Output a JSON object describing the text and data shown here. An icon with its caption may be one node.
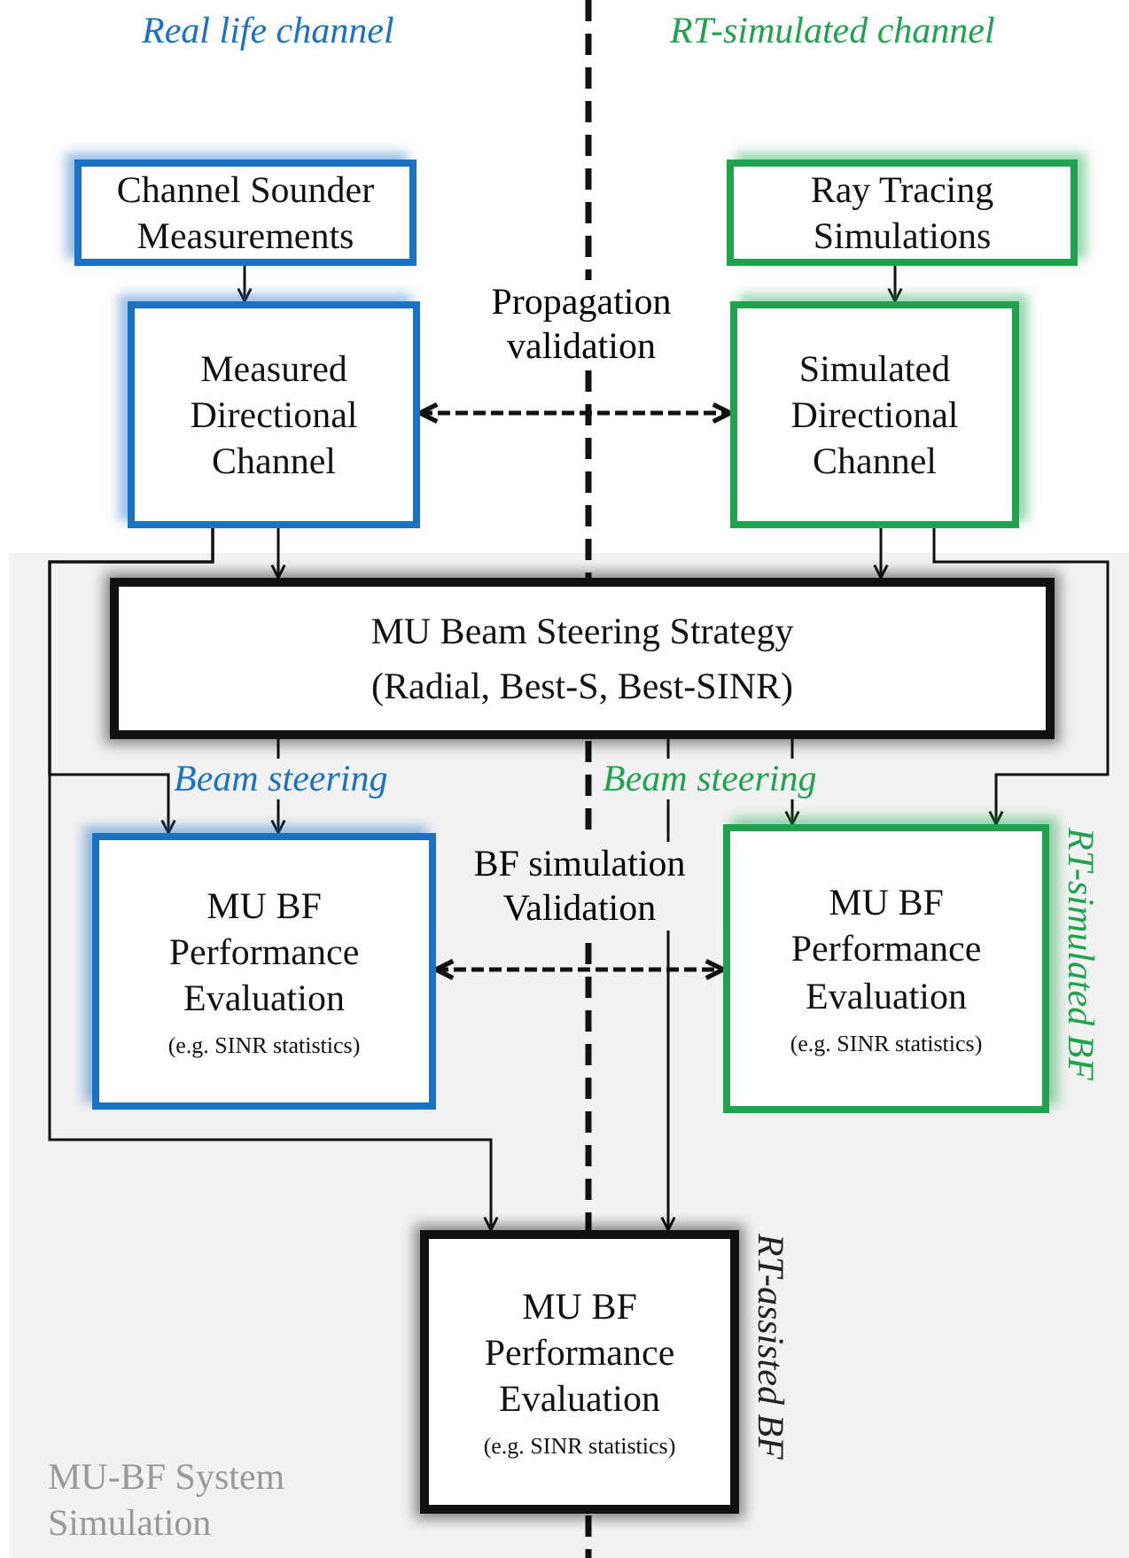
{
  "diagram": {
    "nodes": [
      {
        "text": [
          "Channel Sounder Measurements"
        ]
      },
      {
        "text": [
          "Ray Tracing Simulations"
        ]
      },
      {
        "text": [
          "Measured Directional Channel"
        ]
      },
      {
        "text": [
          "Simulated Directional Channel"
        ]
      },
      {
        "text": [
          "MU-BF System Simulation"
        ]
      },
      {
        "text": [
          "MU Beam Steering Strategy",
          "(Radial, Best-S, Best-SINR)"
        ],
        "in": 4
      },
      {
        "text": [
          "MU BF Performance Evaluation",
          "(e.g. SINR statistics)"
        ],
        "in": 4
      },
      {
        "text": [
          "MU BF Performance Evaluation",
          "(e.g. SINR statistics)"
        ],
        "in": 4,
        "beside": [
          "RT-simulated BF"
        ]
      },
      {
        "text": [
          "MU BF Performance Evaluation",
          "(e.g. SINR statistics)"
        ],
        "in": 4,
        "beside": [
          "RT-assisted BF"
        ]
      }
    ],
    "edges": [
      {
        "from": 0,
        "to": 2,
        "arrow": "to"
      },
      {
        "from": 1,
        "to": 3,
        "arrow": "to"
      },
      {
        "from": 2,
        "to": 3,
        "arrow": "both",
        "label": "Propagation validation",
        "style": "dashed"
      },
      {
        "from": 2,
        "to": 5,
        "arrow": "to"
      },
      {
        "from": 3,
        "to": 5,
        "arrow": "to"
      },
      {
        "from": 2,
        "to": 6,
        "arrow": "to"
      },
      {
        "from": 2,
        "to": 8,
        "arrow": "to"
      },
      {
        "from": 3,
        "to": 7,
        "arrow": "to"
      },
      {
        "from": 5,
        "to": 6,
        "arrow": "to"
      },
      {
        "from": 5,
        "to": 7,
        "arrow": "to"
      },
      {
        "from": 5,
        "to": 8,
        "arrow": "to"
      },
      {
        "from": 6,
        "to": 7,
        "arrow": "both",
        "label": "BF simulation Validation",
        "style": "dashed"
      }
    ],
    "labels": [
      "Real life channel",
      "RT-simulated channel",
      "Beam steering",
      "Beam steering"
    ]
  }
}
